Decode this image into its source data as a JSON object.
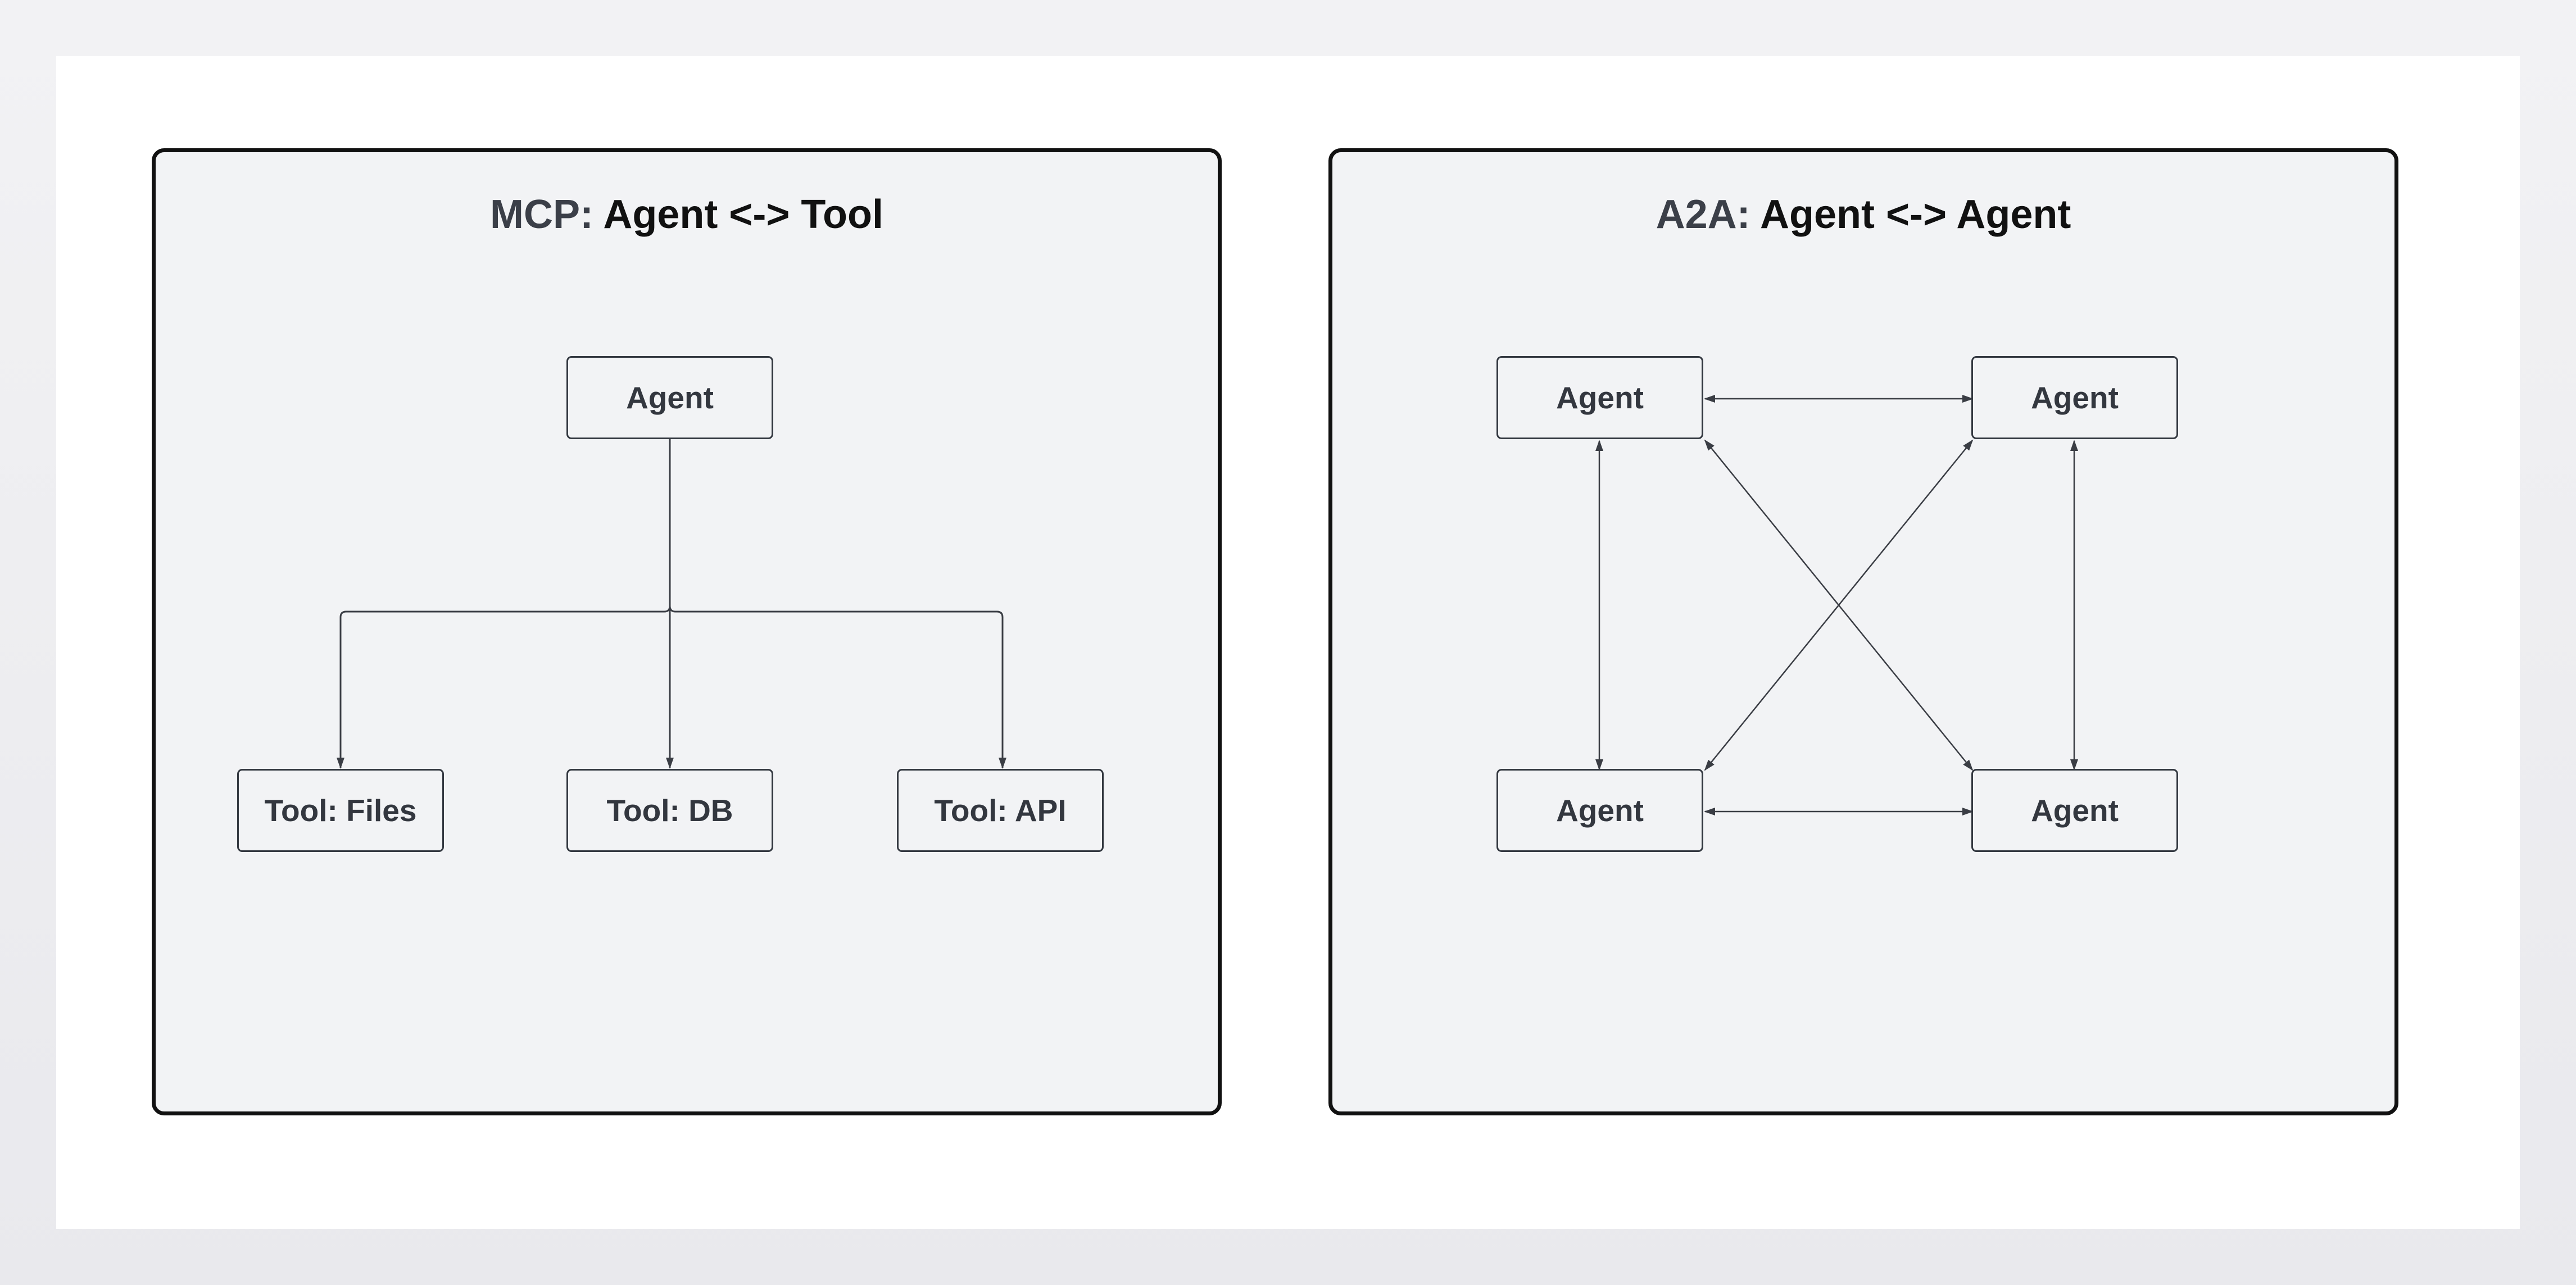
{
  "mcp": {
    "title_prefix": "MCP:",
    "title_main": "Agent <-> Tool",
    "agent_label": "Agent",
    "tools": [
      "Tool: Files",
      "Tool: DB",
      "Tool: API"
    ]
  },
  "a2a": {
    "title_prefix": "A2A:",
    "title_main": "Agent <-> Agent",
    "agents": [
      "Agent",
      "Agent",
      "Agent",
      "Agent"
    ]
  },
  "colors": {
    "panel_fill": "#f2f3f5",
    "panel_border": "#111111",
    "node_border": "#333840",
    "connector": "#3a3d44"
  }
}
